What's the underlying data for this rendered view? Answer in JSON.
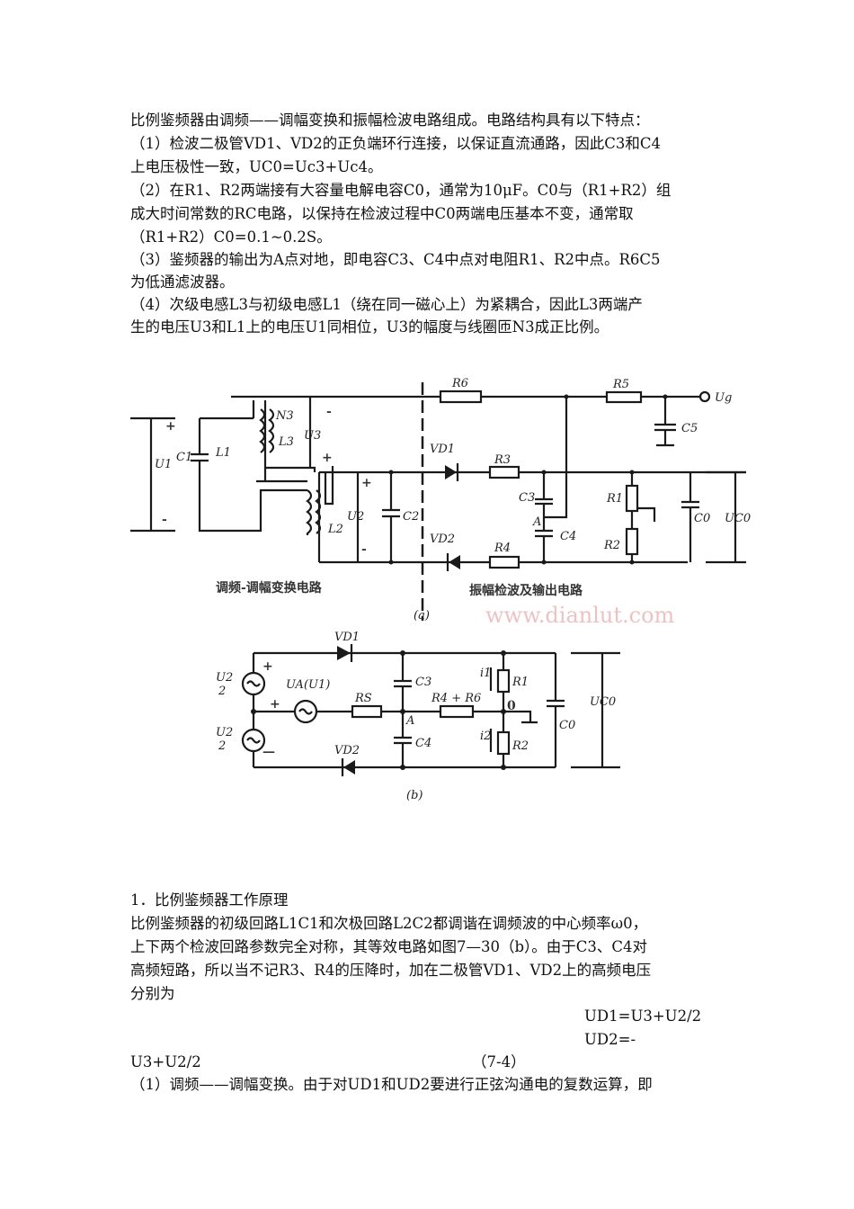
{
  "intro": [
    "比例鉴频器由调频——调幅变换和振幅检波电路组成。电路结构具有以下特点：",
    "（1）检波二极管VD1、VD2的正负端环行连接，以保证直流通路，因此C3和C4",
    "上电压极性一致，UC0=Uc3+Uc4。",
    "（2）在R1、R2两端接有大容量电解电容C0，通常为10μF。C0与（R1+R2）组",
    "成大时间常数的RC电路，以保持在检波过程中C0两端电压基本不变，通常取",
    "（R1+R2）C0=0.1~0.2S。",
    "（3）鉴频器的输出为A点对地，即电容C3、C4中点对电阻R1、R2中点。R6C5",
    "为低通滤波器。",
    "（4）次级电感L3与初级电感L1（绕在同一磁心上）为紧耦合，因此L3两端产",
    "生的电压U3和L1上的电压U1同相位，U3的幅度与线圈匝N3成正比例。"
  ],
  "figure_a": {
    "labels": {
      "U1": "U1",
      "C1": "C1",
      "L1": "L1",
      "N3": "N3",
      "L3": "L3",
      "U3": "U3",
      "L2": "L2",
      "U2": "U2",
      "C2": "C2",
      "VD1": "VD1",
      "VD2": "VD2",
      "R6": "R6",
      "R5": "R5",
      "R3": "R3",
      "R4": "R4",
      "C3": "C3",
      "A": "A",
      "C4": "C4",
      "C5": "C5",
      "Ug": "Ug",
      "R1": "R1",
      "R2": "R2",
      "C0": "C0",
      "UC0": "UC0",
      "plus": "+",
      "minus": "-"
    },
    "caption_left": "调频-调幅变换电路",
    "caption_right": "振幅检波及输出电路",
    "caption": "(a)",
    "watermark": "www.dianlut.com"
  },
  "figure_b": {
    "labels": {
      "U2a": "U2",
      "U2b": "U2",
      "two": "2",
      "Ua": "UA(U1)",
      "VD1": "VD1",
      "VD2": "VD2",
      "RS": "RS",
      "R4R6": "R4 + R6",
      "C3": "C3",
      "C4": "C4",
      "A": "A",
      "O": "0",
      "i1": "i1",
      "i2": "i2",
      "R1": "R1",
      "R2": "R2",
      "C0": "C0",
      "UC0": "UC0",
      "plus": "+",
      "minus": "—"
    },
    "caption": "(b)"
  },
  "section": {
    "heading": "1．比例鉴频器工作原理",
    "lines": [
      "比例鉴频器的初级回路L1C1和次极回路L2C2都调谐在调频波的中心频率ω0，",
      "上下两个检波回路参数完全对称，其等效电路如图7—30（b）。由于C3、C4对",
      "高频短路，所以当不记R3、R4的压降时，加在二极管VD1、VD2上的高频电压",
      "分别为"
    ],
    "eq1": "UD1=U3+U2/2",
    "eq2a": "UD2=-",
    "eq2b": "U3+U2/2",
    "eq_no": "（7-4）",
    "last": "（1）调频——调幅变换。由于对UD1和UD2要进行正弦沟通电的复数运算，即"
  }
}
